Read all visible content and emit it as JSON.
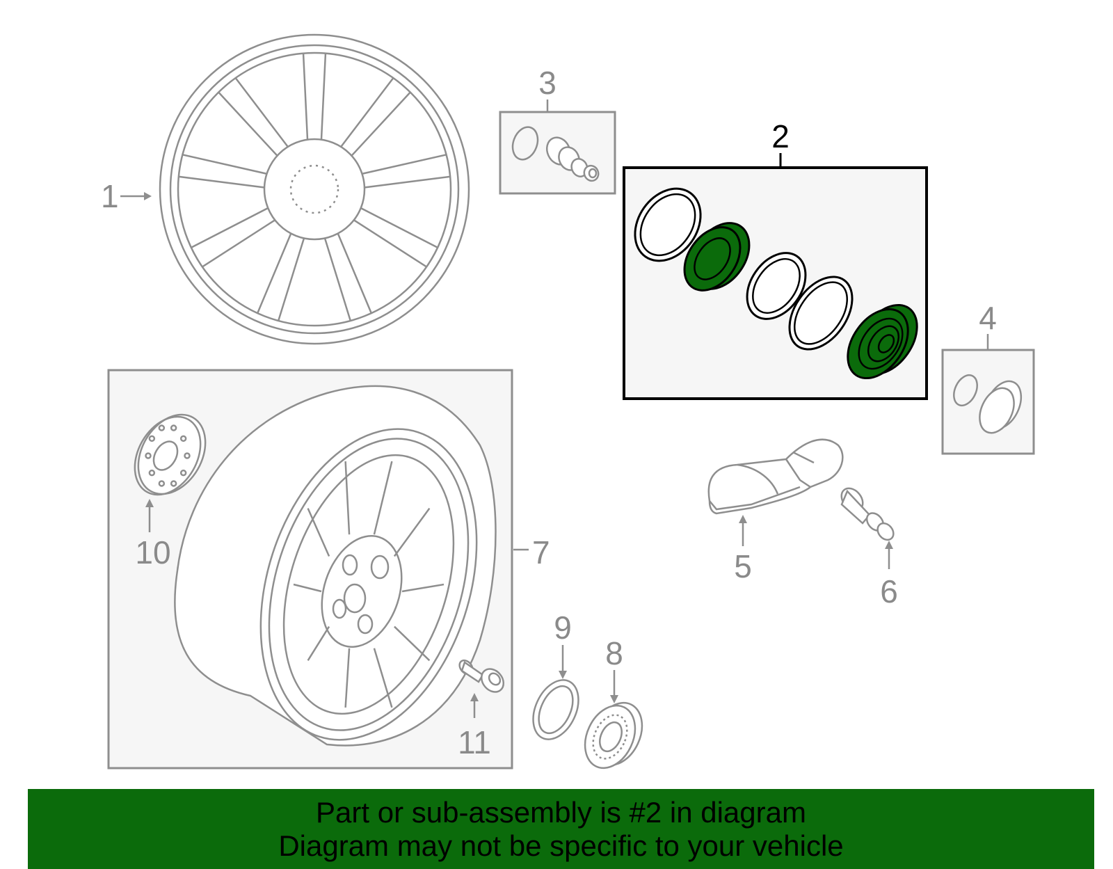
{
  "diagram": {
    "callouts": {
      "c1": "1",
      "c2": "2",
      "c3": "3",
      "c4": "4",
      "c5": "5",
      "c6": "6",
      "c7": "7",
      "c8": "8",
      "c9": "9",
      "c10": "10",
      "c11": "11"
    },
    "highlighted_part": "2",
    "colors": {
      "highlight": "#0b6b0b",
      "line": "#8e8e8e",
      "active_box": "#000000"
    }
  },
  "banner": {
    "line1": "Part or sub-assembly is #2 in diagram",
    "line2": "Diagram may not be specific to your vehicle"
  }
}
